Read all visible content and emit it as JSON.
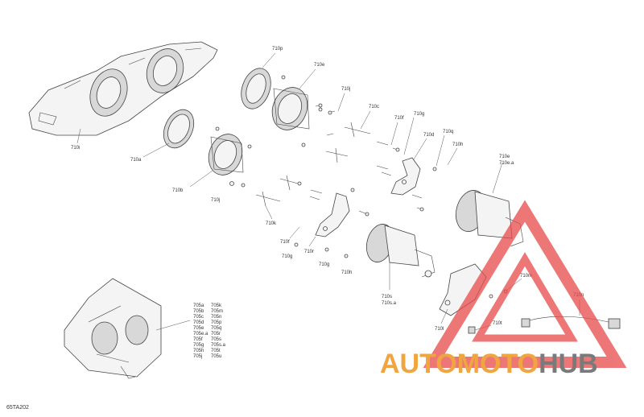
{
  "diagram": {
    "figure_code": "65TA202",
    "callouts": [
      {
        "id": "c710p",
        "text": "710p"
      },
      {
        "id": "c710e",
        "text": "710e"
      },
      {
        "id": "c710j_a",
        "text": "710j"
      },
      {
        "id": "c710c",
        "text": "710c"
      },
      {
        "id": "c710f_a",
        "text": "710f"
      },
      {
        "id": "c710g_a",
        "text": "710g"
      },
      {
        "id": "c710d",
        "text": "710d"
      },
      {
        "id": "c710q",
        "text": "710q"
      },
      {
        "id": "c710h_a",
        "text": "710h"
      },
      {
        "id": "c710i",
        "text": "710i"
      },
      {
        "id": "c710a",
        "text": "710a"
      },
      {
        "id": "c710b",
        "text": "710b"
      },
      {
        "id": "c710j_b",
        "text": "710j"
      },
      {
        "id": "c710k",
        "text": "710k"
      },
      {
        "id": "c710f_b",
        "text": "710f"
      },
      {
        "id": "c710g_b",
        "text": "710g"
      },
      {
        "id": "c710r",
        "text": "710r"
      },
      {
        "id": "c710g_c",
        "text": "710g"
      },
      {
        "id": "c710h_b",
        "text": "710h"
      },
      {
        "id": "c710s",
        "text": "710s"
      },
      {
        "id": "c710s_a",
        "text": "710s.a"
      },
      {
        "id": "c710e_main",
        "text": "710e"
      },
      {
        "id": "c710e_a",
        "text": "710e.a"
      },
      {
        "id": "c710m",
        "text": "710m"
      },
      {
        "id": "c710n",
        "text": "710n"
      },
      {
        "id": "c710l",
        "text": "710l"
      },
      {
        "id": "c710t",
        "text": "710t"
      }
    ],
    "legend_col1": [
      "705a",
      "705b",
      "705c",
      "705d",
      "705e",
      "705e.a",
      "705f",
      "705g",
      "705h",
      "705j"
    ],
    "legend_col2": [
      "705k",
      "705m",
      "705n",
      "705p",
      "705q",
      "705r",
      "705s",
      "705s.a",
      "705t",
      "705u"
    ]
  },
  "watermark": {
    "part1": "AUTOMOTO",
    "part2": "HUB",
    "color_primary": "#f0a640",
    "color_secondary": "#7a7a7a",
    "triangle_color": "#e84a4a"
  }
}
